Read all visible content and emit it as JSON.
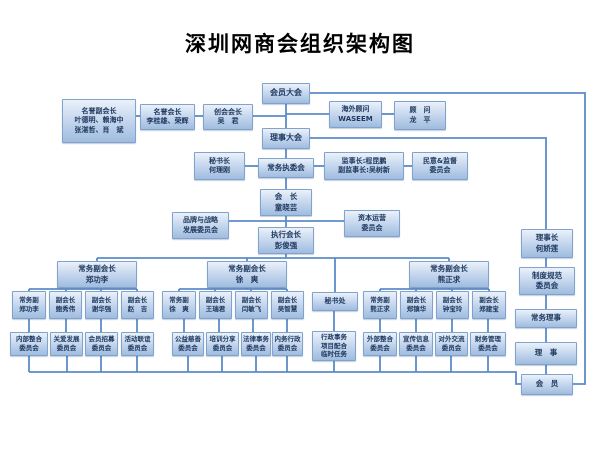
{
  "title": "深圳网商会组织架构图",
  "colors": {
    "node_fill_top": "#eaf1fa",
    "node_fill_bottom": "#9fbcdf",
    "node_border": "#7fa3cd",
    "node_text": "#1f3a60",
    "connector": "#5b8bc9"
  },
  "diagram": {
    "nodes": [
      {
        "id": "member_congress",
        "lines": [
          "会员大会"
        ]
      },
      {
        "id": "honorary_vp",
        "lines": [
          "名誉副会长",
          "叶德明、赖海中",
          "张湛哲、肖　斌"
        ]
      },
      {
        "id": "honorary_pres",
        "lines": [
          "名誉会长",
          "李桂雄、荣辉"
        ]
      },
      {
        "id": "founding_pres",
        "lines": [
          "创会会长",
          "吴　君"
        ]
      },
      {
        "id": "overseas_advisor",
        "lines": [
          "海外顾问",
          "WASEEM"
        ]
      },
      {
        "id": "advisor",
        "lines": [
          "顾　问",
          "龙　平"
        ]
      },
      {
        "id": "council_congress",
        "lines": [
          "理事大会"
        ]
      },
      {
        "id": "secretary_general",
        "lines": [
          "秘书长",
          "何理刚"
        ]
      },
      {
        "id": "standing_exec",
        "lines": [
          "常务执委会"
        ]
      },
      {
        "id": "supervisors",
        "lines": [
          "监事长:程昆鹏",
          "副监事长:吴树新"
        ]
      },
      {
        "id": "opinion_supervision",
        "lines": [
          "民意&监督",
          "委员会"
        ]
      },
      {
        "id": "president",
        "lines": [
          "会　长",
          "童晓芸"
        ]
      },
      {
        "id": "brand_strategy",
        "lines": [
          "品牌与战略",
          "发展委员会"
        ]
      },
      {
        "id": "capital_ops",
        "lines": [
          "资本运营",
          "委员会"
        ]
      },
      {
        "id": "exec_president",
        "lines": [
          "执行会长",
          "彭俊强"
        ]
      },
      {
        "id": "board_chair",
        "lines": [
          "理事长",
          "何娇莲"
        ]
      },
      {
        "id": "svp1",
        "lines": [
          "常务副会长",
          "郑功李"
        ]
      },
      {
        "id": "svp2",
        "lines": [
          "常务副会长",
          "徐　爽"
        ]
      },
      {
        "id": "svp3",
        "lines": [
          "常务副会长",
          "熊正求"
        ]
      },
      {
        "id": "system_norms",
        "lines": [
          "制度规范",
          "委员会"
        ]
      },
      {
        "id": "g1a",
        "lines": [
          "常务副",
          "郑功李"
        ]
      },
      {
        "id": "g1b",
        "lines": [
          "副会长",
          "鲍秀伟"
        ]
      },
      {
        "id": "g1c",
        "lines": [
          "副会长",
          "谢华强"
        ]
      },
      {
        "id": "g1d",
        "lines": [
          "副会长",
          "赵　吉"
        ]
      },
      {
        "id": "g2a",
        "lines": [
          "常务副",
          "徐　爽"
        ]
      },
      {
        "id": "g2b",
        "lines": [
          "副会长",
          "王瑞君"
        ]
      },
      {
        "id": "g2c",
        "lines": [
          "副会长",
          "闫敏飞"
        ]
      },
      {
        "id": "g2d",
        "lines": [
          "副会长",
          "吴智慧"
        ]
      },
      {
        "id": "secretariat",
        "lines": [
          "秘书处"
        ]
      },
      {
        "id": "g3a",
        "lines": [
          "常务副",
          "熊正求"
        ]
      },
      {
        "id": "g3b",
        "lines": [
          "副会长",
          "郑镇华"
        ]
      },
      {
        "id": "g3c",
        "lines": [
          "副会长",
          "钟宝玲"
        ]
      },
      {
        "id": "g3d",
        "lines": [
          "副会长",
          "郑建宝"
        ]
      },
      {
        "id": "standing_directors",
        "lines": [
          "常务理事"
        ]
      },
      {
        "id": "c1",
        "lines": [
          "内部整合",
          "委员会"
        ]
      },
      {
        "id": "c2",
        "lines": [
          "关爱发展",
          "委员会"
        ]
      },
      {
        "id": "c3",
        "lines": [
          "会员招募",
          "委员会"
        ]
      },
      {
        "id": "c4",
        "lines": [
          "活动联谊",
          "委员会"
        ]
      },
      {
        "id": "c5",
        "lines": [
          "公益慈善",
          "委员会"
        ]
      },
      {
        "id": "c6",
        "lines": [
          "培训分享",
          "委员会"
        ]
      },
      {
        "id": "c7",
        "lines": [
          "法律事务",
          "委员会"
        ]
      },
      {
        "id": "c8",
        "lines": [
          "内务行政",
          "委员会"
        ]
      },
      {
        "id": "c9",
        "lines": [
          "行政事务",
          "项目配合",
          "临时任务"
        ]
      },
      {
        "id": "c10",
        "lines": [
          "外部整合",
          "委员会"
        ]
      },
      {
        "id": "c11",
        "lines": [
          "宣传信息",
          "委员会"
        ]
      },
      {
        "id": "c12",
        "lines": [
          "对外交流",
          "委员会"
        ]
      },
      {
        "id": "c13",
        "lines": [
          "财务管理",
          "委员会"
        ]
      },
      {
        "id": "directors",
        "lines": [
          "理　事"
        ]
      },
      {
        "id": "members",
        "lines": [
          "会　员"
        ]
      }
    ]
  }
}
